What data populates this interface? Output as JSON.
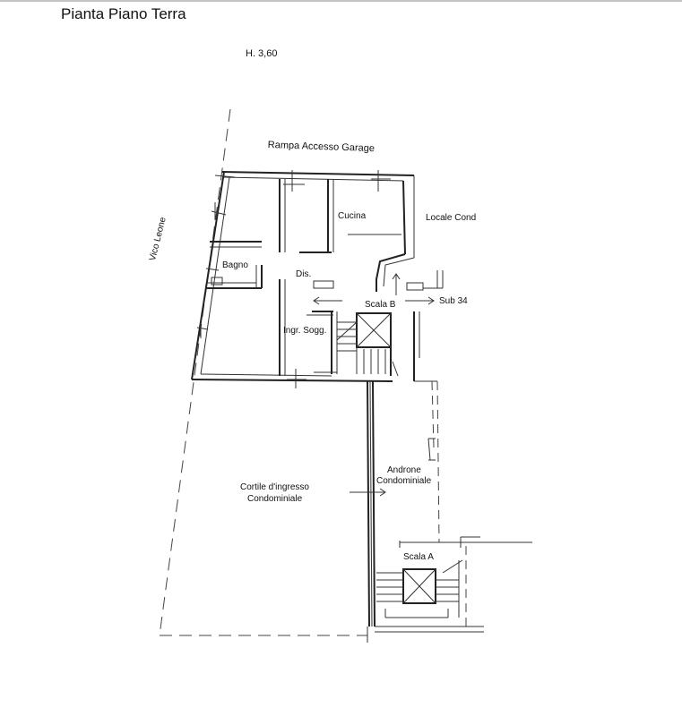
{
  "title": "Pianta Piano Terra",
  "height_label": "H. 3,60",
  "street_top": "Rampa Accesso Garage",
  "street_left": "Vico Leone",
  "rooms": {
    "cucina": "Cucina",
    "locale_cond": "Locale Cond",
    "bagno": "Bagno",
    "dis": "Dis.",
    "scala_b": "Scala B",
    "sub34": "Sub 34",
    "ingr_sogg": "Ingr. Sogg.",
    "androne_l1": "Androne",
    "androne_l2": "Condominiale",
    "cortile_l1": "Cortile d'ingresso",
    "cortile_l2": "Condominiale",
    "scala_a": "Scala A"
  }
}
